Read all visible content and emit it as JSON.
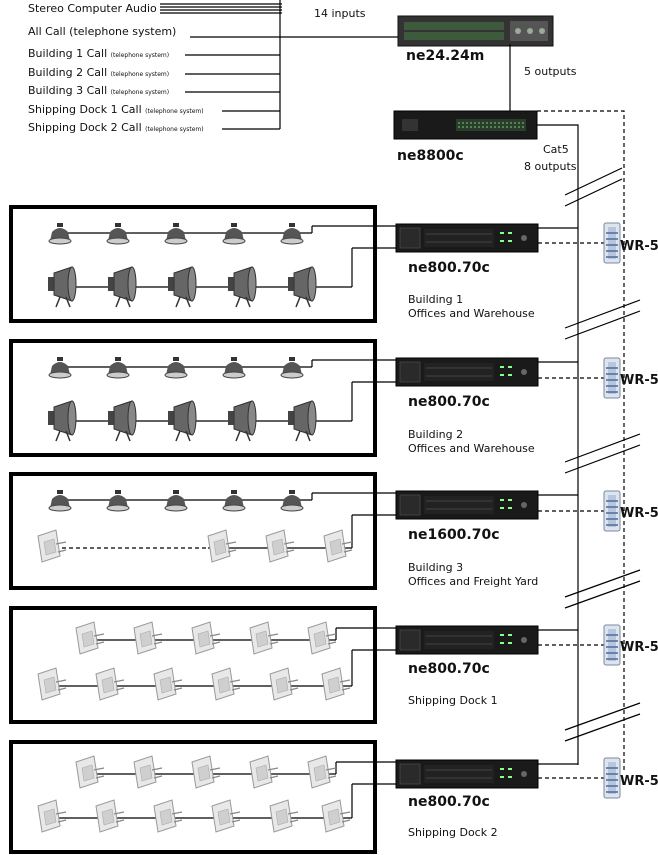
{
  "inputs": {
    "items": [
      {
        "label": "Stereo Computer Audio",
        "small": ""
      },
      {
        "label": "All Call (telephone system)",
        "small": ""
      },
      {
        "label": "Building 1 Call",
        "small": "(telephone system)"
      },
      {
        "label": "Building 2 Call",
        "small": "(telephone system)"
      },
      {
        "label": "Building 3 Call",
        "small": "(telephone system)"
      },
      {
        "label": "Shipping Dock 1 Call",
        "small": "(telephone system)"
      },
      {
        "label": "Shipping Dock 2 Call",
        "small": "(telephone system)"
      }
    ],
    "count_label": "14 inputs"
  },
  "matrix": {
    "name": "ne24.24m",
    "outputs_label": "5 outputs"
  },
  "processor": {
    "name": "ne8800c",
    "cable_label": "Cat5",
    "outputs_label": "8 outputs"
  },
  "zones": [
    {
      "amp": "ne800.70c",
      "line1": "Building 1",
      "line2": "Offices and Warehouse",
      "remote": "WR-5"
    },
    {
      "amp": "ne800.70c",
      "line1": "Building 2",
      "line2": "Offices and Warehouse",
      "remote": "WR-5"
    },
    {
      "amp": "ne1600.70c",
      "line1": "Building 3",
      "line2": "Offices and Freight Yard",
      "remote": "WR-5"
    },
    {
      "amp": "ne800.70c",
      "line1": "Shipping Dock 1",
      "line2": "",
      "remote": "WR-5"
    },
    {
      "amp": "ne800.70c",
      "line1": "Shipping Dock 2",
      "line2": "",
      "remote": "WR-5"
    }
  ]
}
